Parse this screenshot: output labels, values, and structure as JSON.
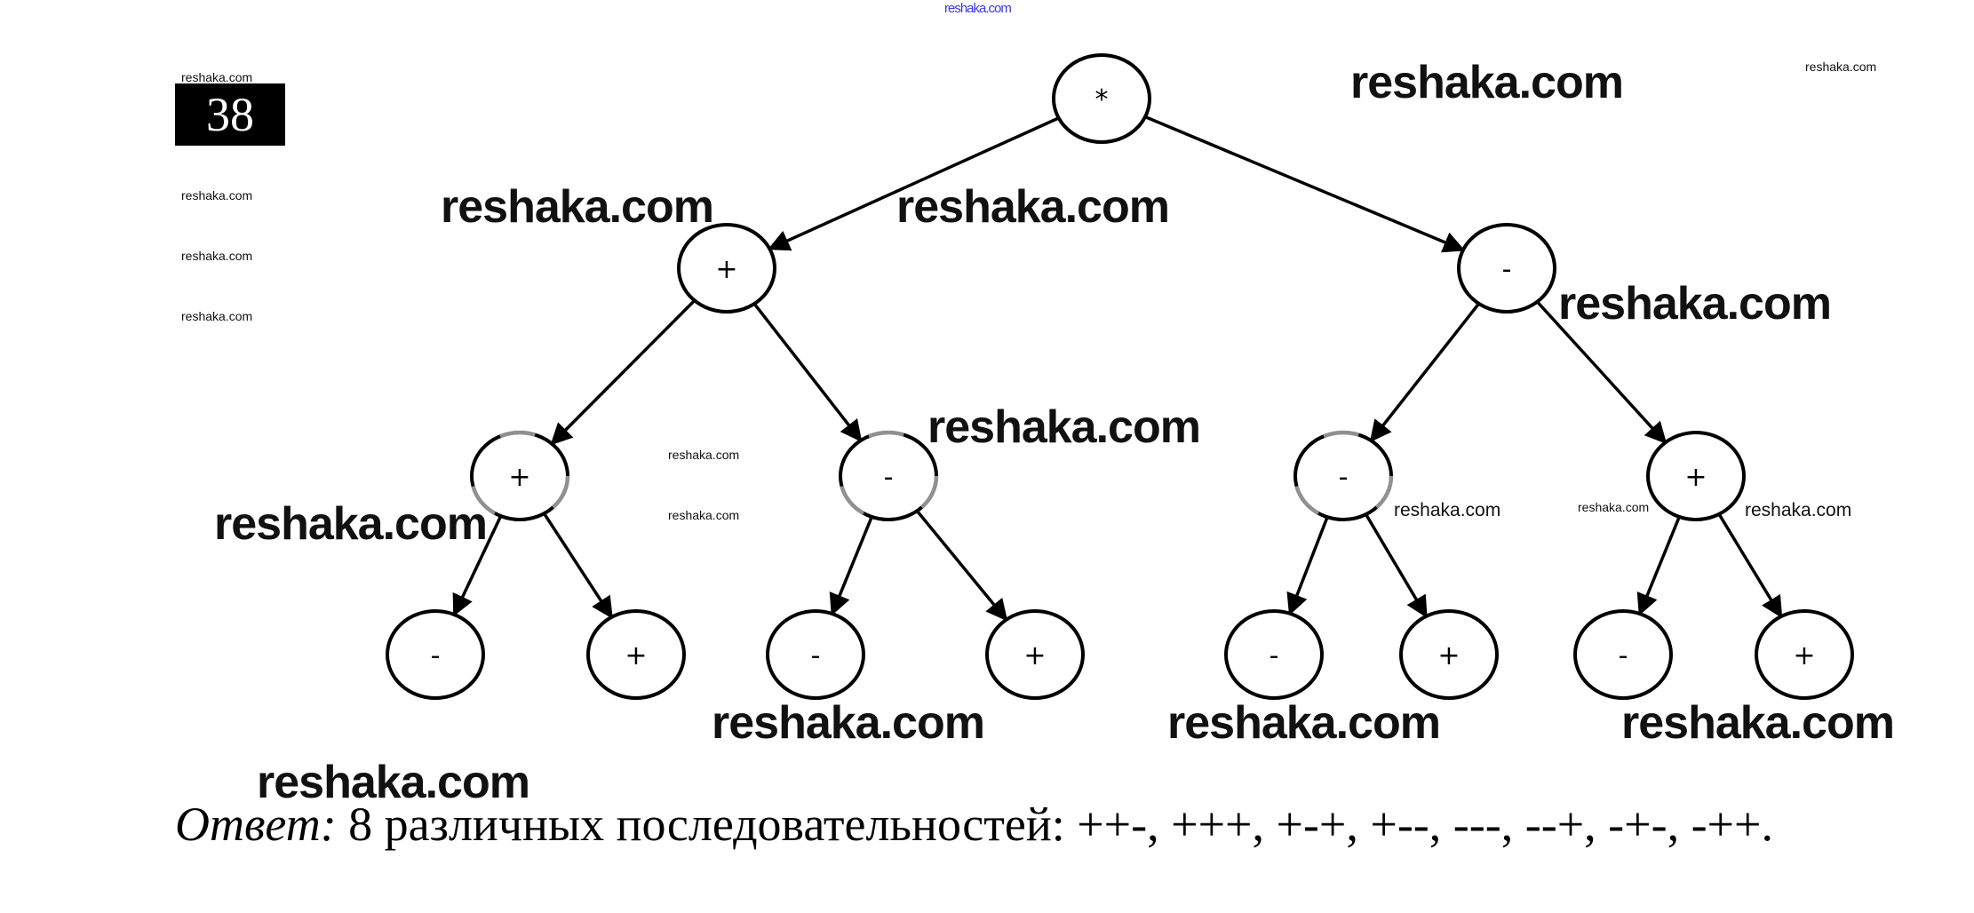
{
  "task_number": "38",
  "tree": {
    "root": {
      "id": "n0",
      "symbol": "*"
    },
    "nodes": [
      {
        "id": "n0",
        "symbol": "*",
        "level": 1
      },
      {
        "id": "n1",
        "symbol": "+",
        "level": 2,
        "parent": "n0"
      },
      {
        "id": "n2",
        "symbol": "-",
        "level": 2,
        "parent": "n0"
      },
      {
        "id": "n3",
        "symbol": "+",
        "level": 3,
        "parent": "n1"
      },
      {
        "id": "n4",
        "symbol": "-",
        "level": 3,
        "parent": "n1"
      },
      {
        "id": "n5",
        "symbol": "-",
        "level": 3,
        "parent": "n2"
      },
      {
        "id": "n6",
        "symbol": "+",
        "level": 3,
        "parent": "n2"
      },
      {
        "id": "n7",
        "symbol": "-",
        "level": 4,
        "parent": "n3"
      },
      {
        "id": "n8",
        "symbol": "+",
        "level": 4,
        "parent": "n3"
      },
      {
        "id": "n9",
        "symbol": "-",
        "level": 4,
        "parent": "n4"
      },
      {
        "id": "n10",
        "symbol": "+",
        "level": 4,
        "parent": "n4"
      },
      {
        "id": "n11",
        "symbol": "-",
        "level": 4,
        "parent": "n5"
      },
      {
        "id": "n12",
        "symbol": "+",
        "level": 4,
        "parent": "n5"
      },
      {
        "id": "n13",
        "symbol": "-",
        "level": 4,
        "parent": "n6"
      },
      {
        "id": "n14",
        "symbol": "+",
        "level": 4,
        "parent": "n6"
      }
    ]
  },
  "answer": {
    "label": "Ответ:",
    "text": " 8 различных последовательностей: ++-, +++, +-+, +--, ---, --+, -+-, -++."
  },
  "watermarks": {
    "top": "reshaka.com",
    "big": [
      "reshaka.com",
      "reshaka.com",
      "reshaka.com",
      "reshaka.com",
      "reshaka.com",
      "reshaka.com",
      "reshaka.com",
      "reshaka.com",
      "reshaka.com",
      "reshaka.com"
    ],
    "medium": [
      "reshaka.com",
      "reshaka.com"
    ],
    "small": [
      "reshaka.com",
      "reshaka.com",
      "reshaka.com",
      "reshaka.com",
      "reshaka.com",
      "reshaka.com",
      "reshaka.com",
      "reshaka.com"
    ]
  },
  "colors": {
    "line": "#000000",
    "faded": "#909090",
    "box_bg": "#000000",
    "box_text": "#ffffff",
    "watermark_top": "#3a3ae0"
  }
}
